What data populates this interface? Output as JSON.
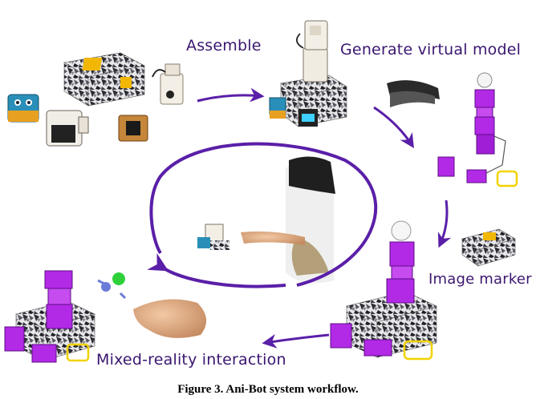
{
  "labels": {
    "assemble": "Assemble",
    "generate": "Generate virtual model",
    "marker": "Image marker",
    "interaction": "Mixed-reality interaction"
  },
  "caption": "Figure 3. Ani-Bot system workflow.",
  "colors": {
    "arrow": "#5a1fa8",
    "label": "#3a1670",
    "virtual_module": "#b229e6",
    "marker_gold": "#f2b705",
    "camo_dark": "#2b2b33"
  }
}
